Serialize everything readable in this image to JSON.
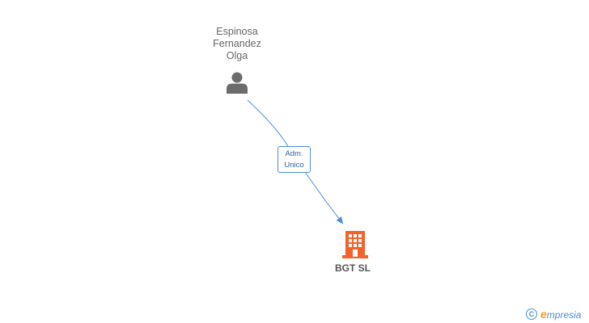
{
  "person": {
    "name_lines": [
      "Espinosa",
      "Fernandez",
      "Olga"
    ],
    "icon": "person-icon"
  },
  "relation": {
    "label_lines": [
      "Adm.",
      "Unico"
    ]
  },
  "company": {
    "name": "BGT SL",
    "icon": "building-icon"
  },
  "footer": {
    "copyright_symbol": "C",
    "brand_initial": "e",
    "brand_rest": "mpresia"
  },
  "colors": {
    "person_icon": "#6b6b6b",
    "edge": "#4a90d9",
    "company_icon": "#f4622c",
    "brand_blue": "#4a90d9",
    "brand_orange": "#f0a021"
  }
}
